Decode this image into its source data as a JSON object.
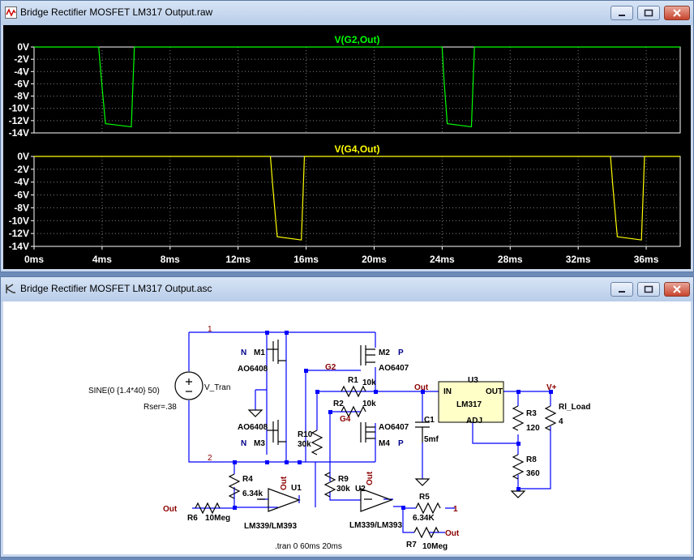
{
  "plot_window": {
    "title": "Bridge Rectifier MOSFET LM317 Output.raw",
    "controls": [
      "minimize-icon",
      "maximize-icon",
      "close-icon"
    ]
  },
  "schematic_window": {
    "title": "Bridge Rectifier MOSFET LM317 Output.asc",
    "controls": [
      "minimize-icon",
      "maximize-icon",
      "close-icon"
    ]
  },
  "colors": {
    "trace1": "#00ff00",
    "trace2": "#ffff00",
    "plot_bg": "#000000",
    "axis": "#ffffff",
    "wire": "#0000ff",
    "node_label": "#8b0000"
  },
  "chart_data": [
    {
      "type": "line",
      "title": "V(G2,Out)",
      "ylim": [
        -14,
        0
      ],
      "yticks": [
        "0V",
        "-2V",
        "-4V",
        "-6V",
        "-8V",
        "-10V",
        "-12V",
        "-14V"
      ],
      "grid": true,
      "series": [
        {
          "name": "V(G2,Out)",
          "x": [
            0,
            3.8,
            3.95,
            4.2,
            5.7,
            5.72,
            5.9,
            24.0,
            24.1,
            24.3,
            25.7,
            25.72,
            25.9,
            38
          ],
          "y": [
            0,
            0,
            -5,
            -12.5,
            -13,
            -13,
            0,
            0,
            -5,
            -12.5,
            -13,
            -13,
            0,
            0
          ]
        }
      ]
    },
    {
      "type": "line",
      "title": "V(G4,Out)",
      "ylim": [
        -14,
        0
      ],
      "yticks": [
        "0V",
        "-2V",
        "-4V",
        "-6V",
        "-8V",
        "-10V",
        "-12V",
        "-14V"
      ],
      "xticks": [
        "0ms",
        "4ms",
        "8ms",
        "12ms",
        "16ms",
        "20ms",
        "24ms",
        "28ms",
        "32ms",
        "36ms"
      ],
      "grid": true,
      "series": [
        {
          "name": "V(G4,Out)",
          "x": [
            0,
            13.9,
            14.05,
            14.3,
            15.7,
            15.72,
            15.9,
            33.9,
            34.05,
            34.3,
            35.7,
            35.72,
            35.9,
            38
          ],
          "y": [
            0,
            0,
            -5,
            -12.5,
            -13,
            -13,
            0,
            0,
            -5,
            -12.5,
            -13,
            -13,
            0,
            0
          ]
        }
      ]
    }
  ],
  "schematic": {
    "nodes": {
      "n1": "1",
      "n2": "2",
      "g2": "G2",
      "g4": "G4",
      "out": "Out",
      "vplus": "V+"
    },
    "components": {
      "m1": {
        "ref": "M1",
        "model": "AO6408",
        "type": "N"
      },
      "m2": {
        "ref": "M2",
        "model": "AO6407",
        "type": "P"
      },
      "m3": {
        "ref": "M3",
        "model": "AO6408",
        "type": "N"
      },
      "m4": {
        "ref": "M4",
        "model": "AO6407",
        "type": "P"
      },
      "vtran": {
        "ref": "V_Tran",
        "value": "SINE(0 {1.4*40} 50)",
        "rser": "Rser=.38"
      },
      "r1": {
        "ref": "R1",
        "value": "10k"
      },
      "r2": {
        "ref": "R2",
        "value": "10k"
      },
      "r10": {
        "ref": "R10",
        "value": "30k"
      },
      "r9": {
        "ref": "R9",
        "value": "30k"
      },
      "r4": {
        "ref": "R4",
        "value": "6.34k"
      },
      "r6": {
        "ref": "R6",
        "value": "10Meg"
      },
      "r5": {
        "ref": "R5",
        "value": "6.34K"
      },
      "r7": {
        "ref": "R7",
        "value": "10Meg"
      },
      "c1": {
        "ref": "C1",
        "value": "5mf"
      },
      "u3": {
        "ref": "U3",
        "model": "LM317",
        "pin_in": "IN",
        "pin_out": "OUT",
        "pin_adj": "ADJ"
      },
      "r3": {
        "ref": "R3",
        "value": "120"
      },
      "r8": {
        "ref": "R8",
        "value": "360"
      },
      "rload": {
        "ref": "Rl_Load",
        "value": "4"
      },
      "u1": {
        "ref": "U1",
        "model": "LM339/LM393",
        "supply": "Out"
      },
      "u2": {
        "ref": "U2",
        "model": "LM339/LM393",
        "supply": "Out"
      }
    },
    "labels": {
      "out_r6": "Out",
      "out_r7": "Out",
      "one_r5": "1"
    },
    "directive": ".tran 0 60ms 20ms"
  }
}
